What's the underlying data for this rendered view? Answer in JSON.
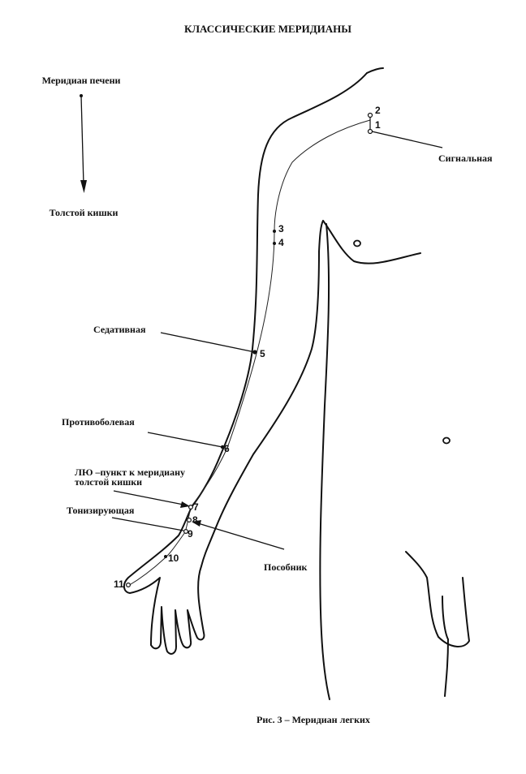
{
  "title": "КЛАССИЧЕСКИЕ  МЕРИДИАНЫ",
  "flow": {
    "from": "Меридиан печени",
    "to": "Толстой кишки"
  },
  "annotations": {
    "signal": "Сигнальная",
    "sedative": "Седативная",
    "analgesic": "Противоболевая",
    "luo_line1": "ЛЮ –пункт к меридиану",
    "luo_line2": "толстой кишки",
    "tonifying": "Тонизирующая",
    "helper": "Пособник"
  },
  "points": [
    "1",
    "2",
    "3",
    "4",
    "5",
    "6",
    "7",
    "8",
    "9",
    "10",
    "11"
  ],
  "caption": "Рис. 3 – Меридиан легких"
}
